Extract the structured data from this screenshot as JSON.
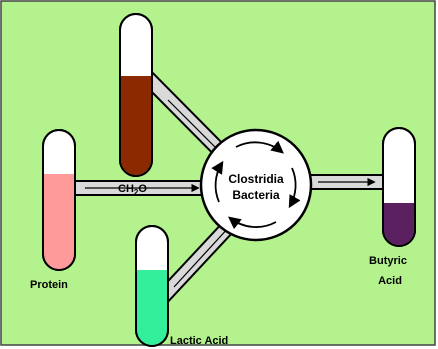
{
  "colors": {
    "background": "#b3f28c",
    "carbohydrate_fill": "#8b2a00",
    "protein_fill": "#ff9a9a",
    "lactic_fill": "#33ef9c",
    "butyric_fill": "#5b2060",
    "tube_empty": "#ffffff",
    "pipe": "#d9d9d9"
  },
  "center": {
    "line1": "Clostridia",
    "line2": "Bacteria"
  },
  "tubes": {
    "carbohydrate": {
      "label_main": "CH",
      "label_sub1": "2",
      "label_end": "O",
      "fill_fraction": 0.62
    },
    "protein": {
      "label": "Protein",
      "fill_fraction": 0.6
    },
    "lactic": {
      "label": "Lactic Acid",
      "fill_fraction": 0.62
    },
    "butyric": {
      "label_line1": "Butyric",
      "label_line2": "Acid",
      "fill_fraction": 0.25
    }
  }
}
